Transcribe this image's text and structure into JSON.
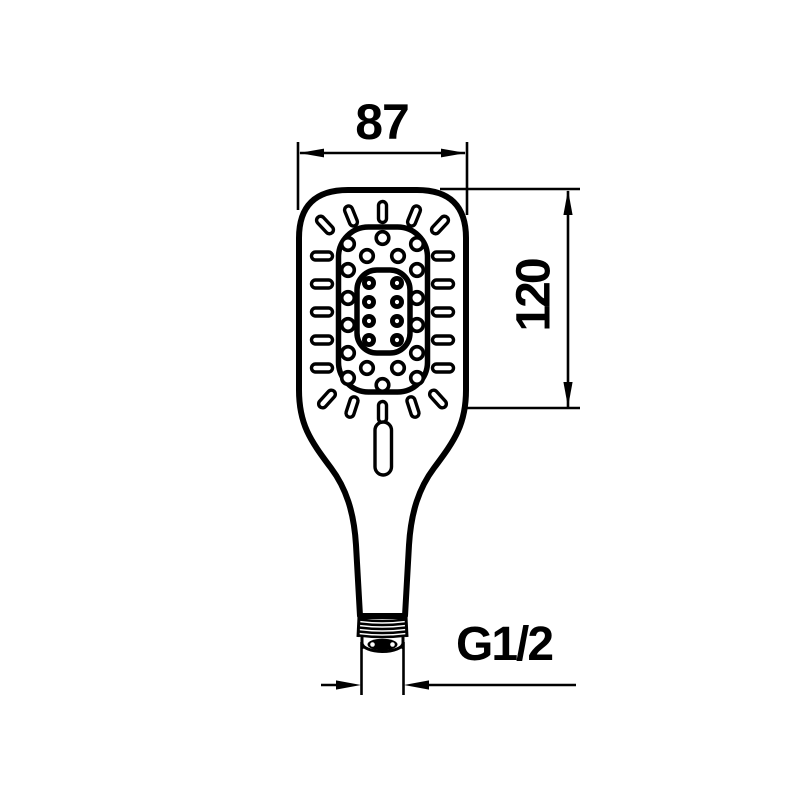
{
  "diagram": {
    "kind": "technical-drawing",
    "subject": "hand-shower",
    "colors": {
      "line": "#000000",
      "background": "#ffffff"
    },
    "labels": {
      "width_dimension": "87",
      "height_dimension": "120",
      "thread_dimension": "G1/2"
    }
  }
}
